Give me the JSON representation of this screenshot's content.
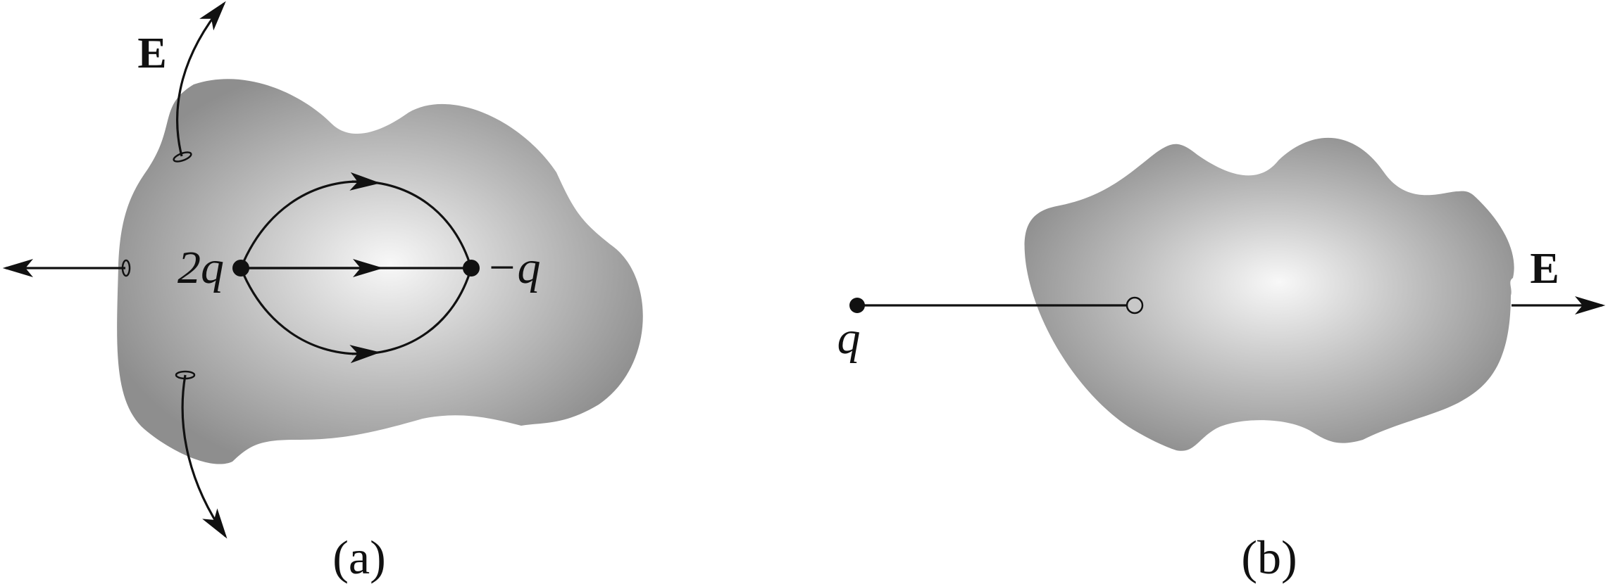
{
  "panels": [
    {
      "caption": "(a)",
      "field_label": "E",
      "charges": [
        {
          "label": "2q"
        },
        {
          "label": "−q"
        }
      ]
    },
    {
      "caption": "(b)",
      "field_label": "E",
      "charges": [
        {
          "label": "q"
        }
      ]
    }
  ],
  "colors": {
    "blob_edge": "#909090",
    "blob_center": "#f8f8f8",
    "line": "#111111"
  }
}
